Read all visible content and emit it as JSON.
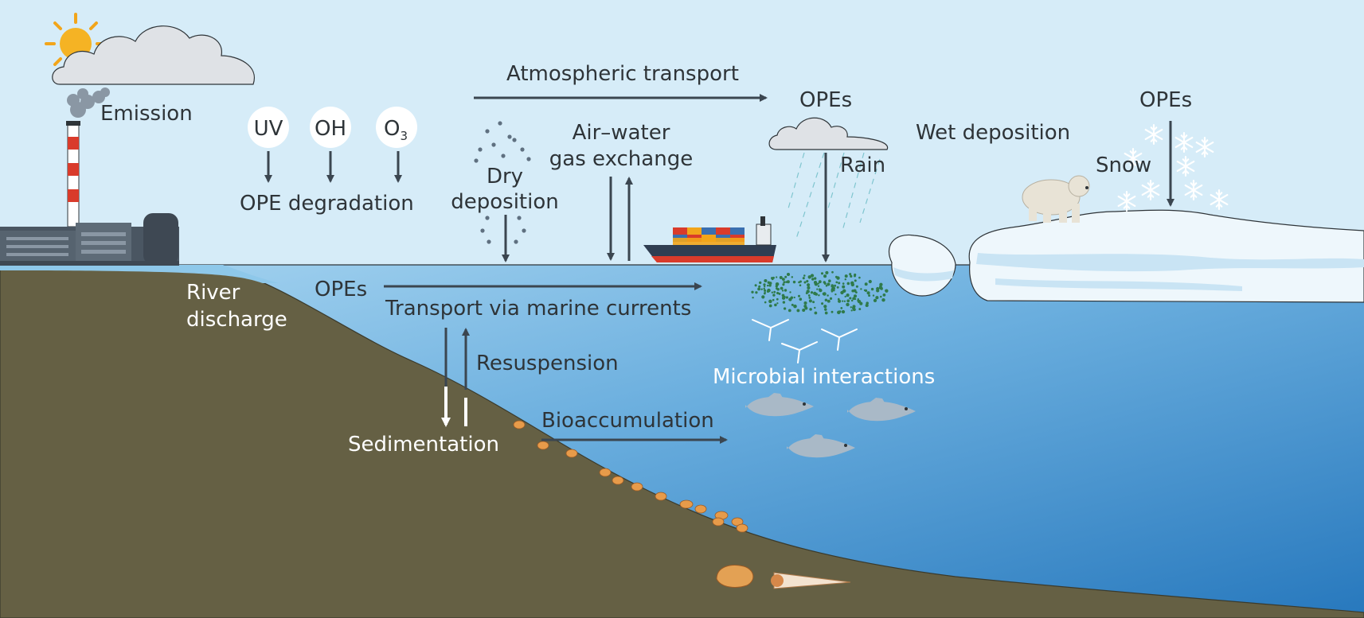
{
  "colors": {
    "sky": "#d6ecf8",
    "sea_top": "#8ec8ea",
    "sea_bottom": "#2b7bbf",
    "seabed": "#656044",
    "arrow": "#3b4650",
    "text_dark": "#2e3438",
    "text_light": "#ffffff",
    "cloud": "#dfe2e6",
    "ice": "#eef7fc",
    "phytoplankton": "#2f7a4a",
    "fish": "#a9b9c7"
  },
  "labels": {
    "emission": "Emission",
    "uv": "UV",
    "oh": "OH",
    "o3_main": "O",
    "o3_sub": "3",
    "ope_degradation": "OPE degradation",
    "dry_line1": "Dry",
    "dry_line2": "deposition",
    "airwater_line1": "Air–water",
    "airwater_line2": "gas exchange",
    "atmospheric_transport": "Atmospheric transport",
    "opes_cloud": "OPEs",
    "rain": "Rain",
    "wet_deposition": "Wet deposition",
    "opes_snow": "OPEs",
    "snow": "Snow",
    "river_line1": "River",
    "river_line2": "discharge",
    "opes_sea": "OPEs",
    "transport_marine": "Transport via marine currents",
    "resuspension": "Resuspension",
    "sedimentation": "Sedimentation",
    "bioaccumulation": "Bioaccumulation",
    "microbial": "Microbial interactions"
  },
  "icons": {
    "sun": "sun-icon",
    "cloud": "cloud-icon",
    "factory": "factory-icon",
    "ship": "cargo-ship-icon",
    "polar_bear": "polar-bear-icon",
    "fish": "fish-icon",
    "shell": "shell-icon",
    "snowflake": "snowflake-icon"
  }
}
